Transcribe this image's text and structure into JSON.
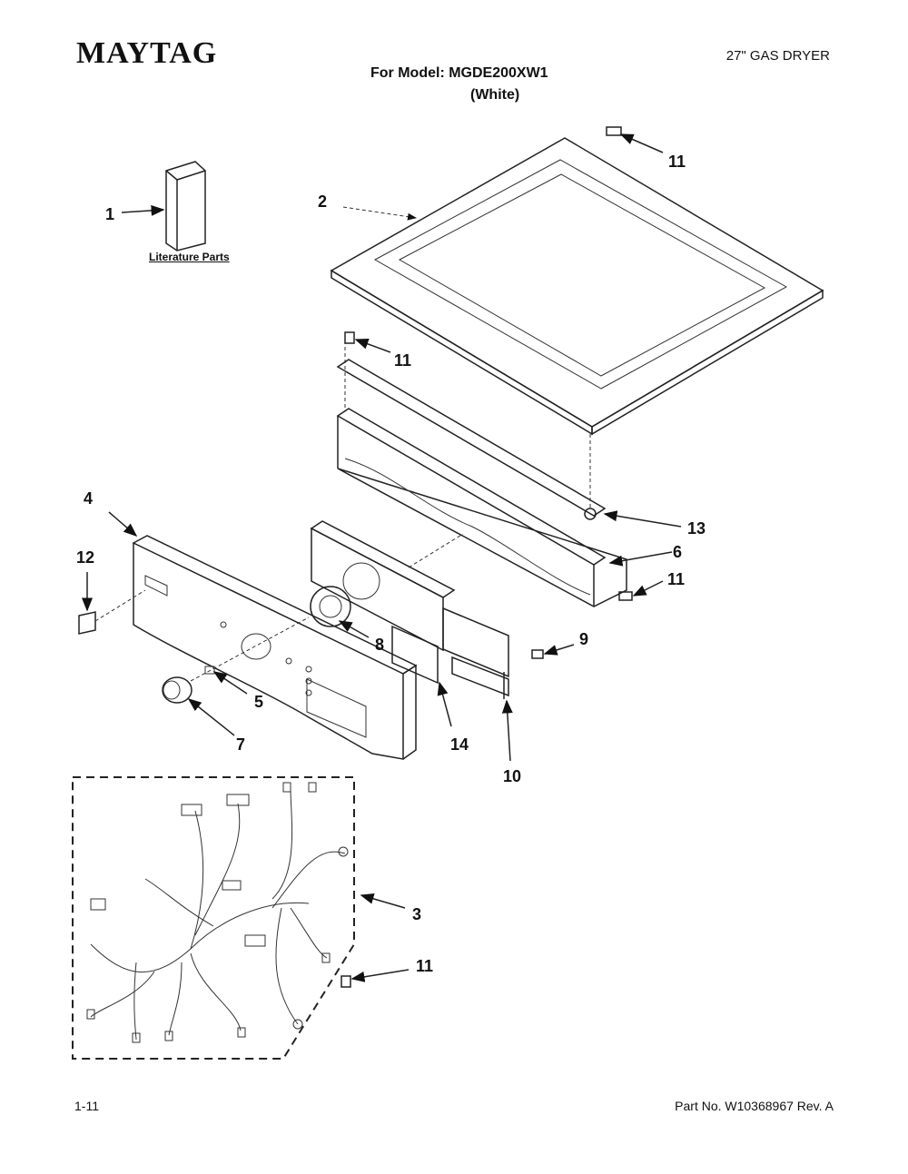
{
  "header": {
    "brand": "MAYTAG",
    "product": "27\" GAS DRYER",
    "model_line": "For Model: MGDE200XW1",
    "color_line": "(White)"
  },
  "literature_caption": "Literature Parts",
  "callouts": {
    "c1": "1",
    "c2": "2",
    "c3": "3",
    "c4": "4",
    "c5": "5",
    "c6": "6",
    "c7": "7",
    "c8": "8",
    "c9": "9",
    "c10": "10",
    "c11a": "11",
    "c11b": "11",
    "c11c": "11",
    "c11d": "11",
    "c12": "12",
    "c13": "13",
    "c14": "14"
  },
  "footer": {
    "page": "1-11",
    "part_no": "Part No. W10368967 Rev. A"
  }
}
